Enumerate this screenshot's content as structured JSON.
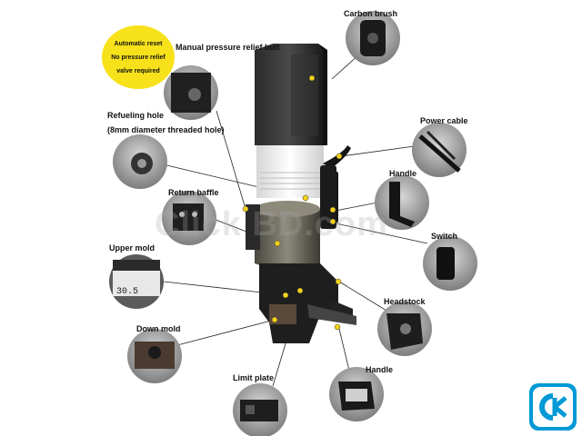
{
  "badge": {
    "lines": [
      "Automatic reset",
      "No pressure relief",
      "valve required"
    ],
    "color": "#f7e11b"
  },
  "labels": {
    "carbon_brush": "Carbon brush",
    "manual_pressure_relief_bolt": "Manual pressure relief bolt",
    "refueling_hole_1": "Refueling hole",
    "refueling_hole_2": "(8mm diameter threaded hole)",
    "power_cable": "Power cable",
    "handle_upper": "Handle",
    "return_baffle": "Return baffle",
    "switch": "Switch",
    "upper_mold": "Upper mold",
    "headstock": "Headstock",
    "down_mold": "Down mold",
    "handle_lower": "Handle",
    "limit_plate": "Limit plate",
    "mold_marking": "30.5"
  },
  "watermark": "Click BD.com",
  "colors": {
    "leader": "#222222",
    "dot": "#f3d21a",
    "machine_dark": "#1c1c1c",
    "machine_grey": "#66645a",
    "accent": "#0099d6"
  },
  "icons": [
    "carbon-brush-closeup",
    "relief-bolt-closeup",
    "refueling-hole-closeup",
    "power-cable-closeup",
    "handle-closeup",
    "return-baffle-closeup",
    "switch-closeup",
    "upper-mold-closeup",
    "headstock-closeup",
    "down-mold-closeup",
    "handle-lower-closeup",
    "limit-plate-closeup",
    "clickbd-logo"
  ]
}
